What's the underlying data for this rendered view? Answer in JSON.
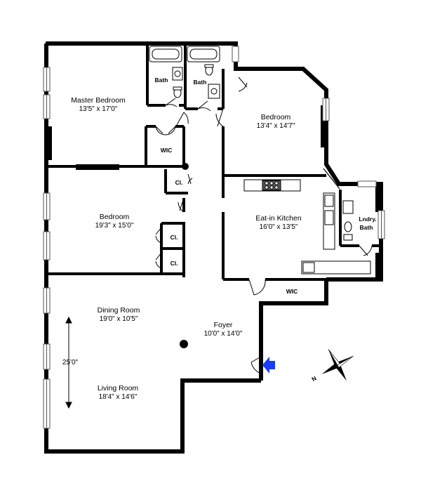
{
  "rooms": {
    "master": {
      "name": "Master Bedroom",
      "dims": "13'5\" x 17'0\""
    },
    "bedroom_ne": {
      "name": "Bedroom",
      "dims": "13'4\" x 14'7\""
    },
    "bedroom_w": {
      "name": "Bedroom",
      "dims": "19'3\" x 15'0\""
    },
    "kitchen": {
      "name": "Eat-in Kitchen",
      "dims": "16'0\" x 13'5\""
    },
    "dining": {
      "name": "Dining Room",
      "dims": "19'0\" x 10'5\""
    },
    "foyer": {
      "name": "Foyer",
      "dims": "10'0\" x 14'0\""
    },
    "living": {
      "name": "Living Room",
      "dims": "18'4\" x 14'6\""
    }
  },
  "small_labels": {
    "bath1": "Bath",
    "bath2": "Bath",
    "wic1": "WIC",
    "wic2": "WIC",
    "closet1": "Cl.",
    "closet2": "Cl.",
    "closet3": "Cl.",
    "laundry": "Lndry.",
    "laundry_bath": "Bath"
  },
  "overall_dimension": "25'0\"",
  "compass_label": "N",
  "colors": {
    "wall": "#000000",
    "entry_arrow": "#1a3cff",
    "window": "#9a9a9a"
  }
}
